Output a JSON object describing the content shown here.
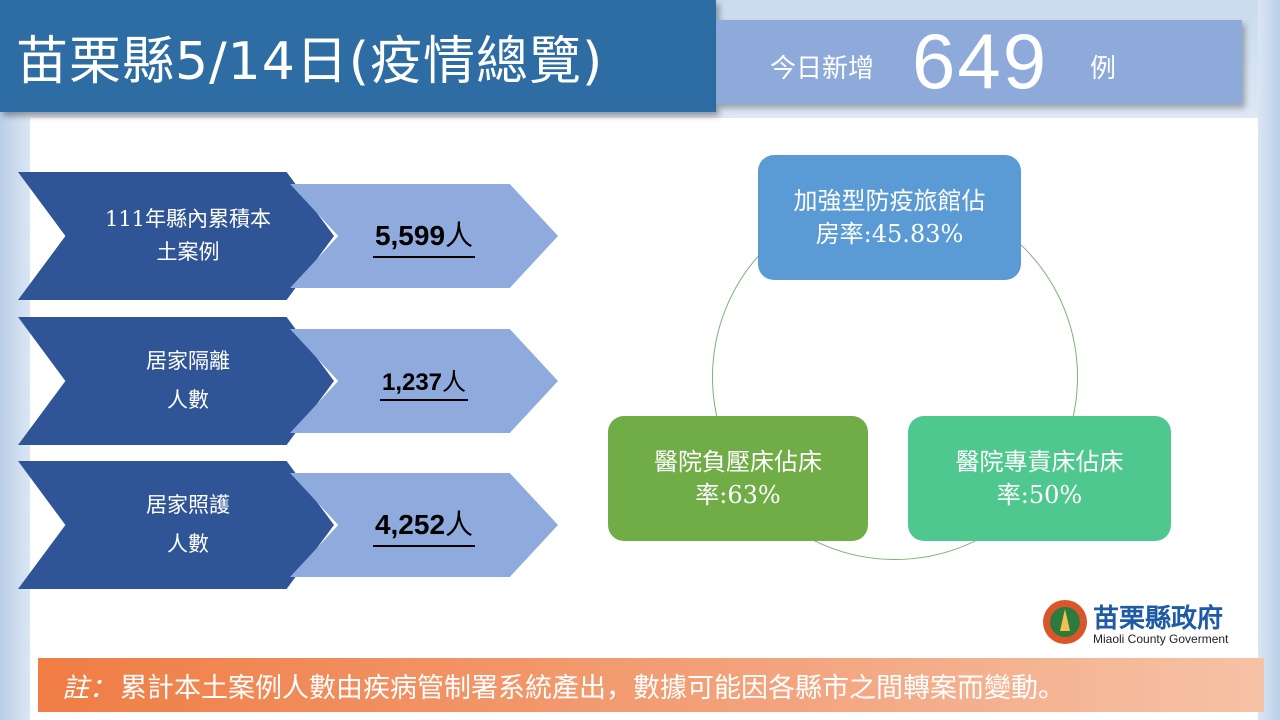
{
  "title": "苗栗縣5/14日(疫情總覽)",
  "new_cases": {
    "label": "今日新增",
    "count": "649",
    "unit": "例"
  },
  "stats": [
    {
      "label": "111年縣內累積本\n土案例",
      "value": "5,599",
      "unit": "人"
    },
    {
      "label": "居家隔離\n人數",
      "value": "1,237",
      "unit": "人"
    },
    {
      "label": "居家照護\n人數",
      "value": "4,252",
      "unit": "人"
    }
  ],
  "occupancy": {
    "hotel": "加強型防疫旅館佔\n房率:45.83%",
    "negative_pressure": "醫院負壓床佔床\n率:63%",
    "dedicated": "醫院專責床佔床\n率:50%"
  },
  "logo": {
    "name_cn": "苗栗縣政府",
    "name_en": "Miaoli County Goverment"
  },
  "note": {
    "prefix": "註：",
    "text": "累計本土案例人數由疾病管制署系統產出，數據可能因各縣市之間轉案而變動。"
  },
  "colors": {
    "title_bg": "#2e6ca4",
    "new_bg": "#8eaadb",
    "chevron_dark": "#2f5597",
    "chevron_light": "#8faadc",
    "hotel_box": "#5b9bd5",
    "negative_box": "#70ad47",
    "dedicated_box": "#4fc88f",
    "note_bg": "#f07d44"
  }
}
